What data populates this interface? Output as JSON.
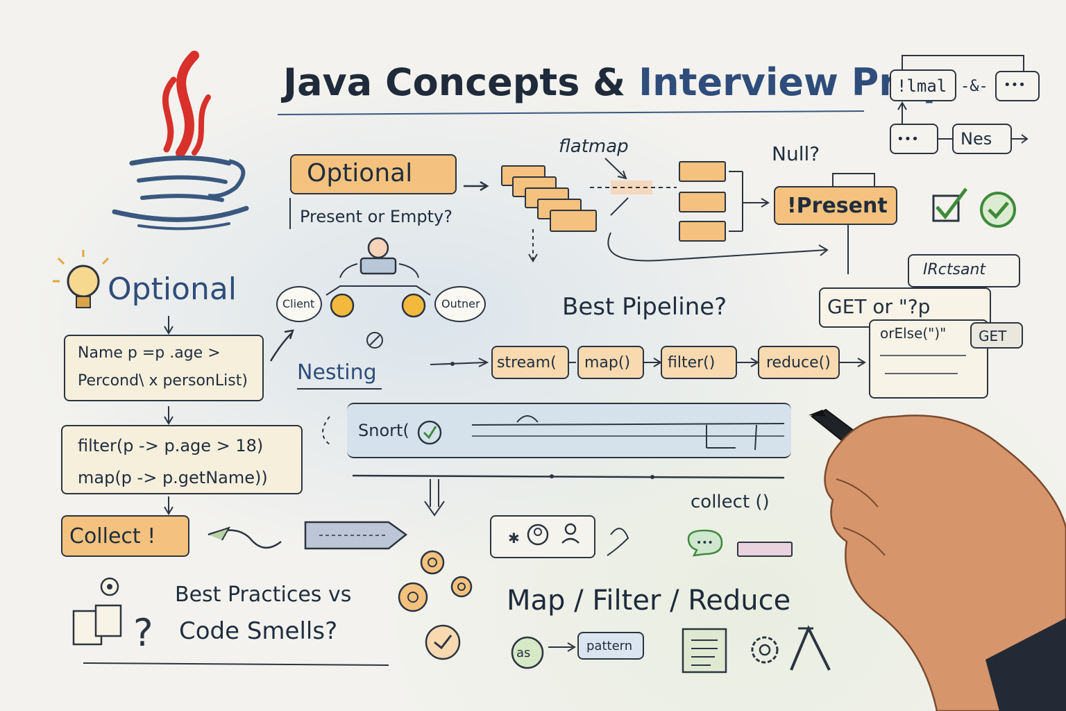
{
  "title": {
    "part1": "Java Concepts &",
    "part2": "Interview Prep"
  },
  "top_right": {
    "label1": "!lmal",
    "amp": "-&-",
    "dots1": "•••",
    "dots2": "•••",
    "label2": "Nes"
  },
  "optional_box": {
    "label": "Optional",
    "subtitle": "Present or Empty?"
  },
  "flatmap_label": "flatmap",
  "null_label": "Null?",
  "present_box": "!Present",
  "side_optional": "Optional",
  "roles": {
    "client": "Client",
    "outner": "Outner"
  },
  "code_box1": {
    "line1": "Name p =p .age >",
    "line2": "Percond\\ x  personList)"
  },
  "code_box2": {
    "line1": "filter(p -> p.age > 18)",
    "line2": "map(p -> p.getName))"
  },
  "collect_box": "Collect  !",
  "nesting_label": "Nesting",
  "snort_label": "Snort(",
  "best_pipeline": "Best Pipeline?",
  "pipeline": [
    "stream(",
    "map()",
    "filter()",
    "reduce()"
  ],
  "right_panel": {
    "tag": "IRctsant",
    "line1": "GET or    \"?p",
    "line2": "orElse(\")\"",
    "get_btn": "GET"
  },
  "collect_call": "collect ()",
  "best_practices": {
    "line1": "Best Practices vs",
    "line2": "Code Smells?"
  },
  "map_filter_reduce": "Map / Filter / Reduce",
  "pattern_box": "pattern",
  "as_label": "as",
  "colors": {
    "ink": "#1f2d3d",
    "orange": "#f4c27e",
    "peach": "#f8d9b0",
    "accent_blue": "#2f4d7a",
    "java_red": "#d8302a",
    "green_check": "#3f8a3a"
  }
}
